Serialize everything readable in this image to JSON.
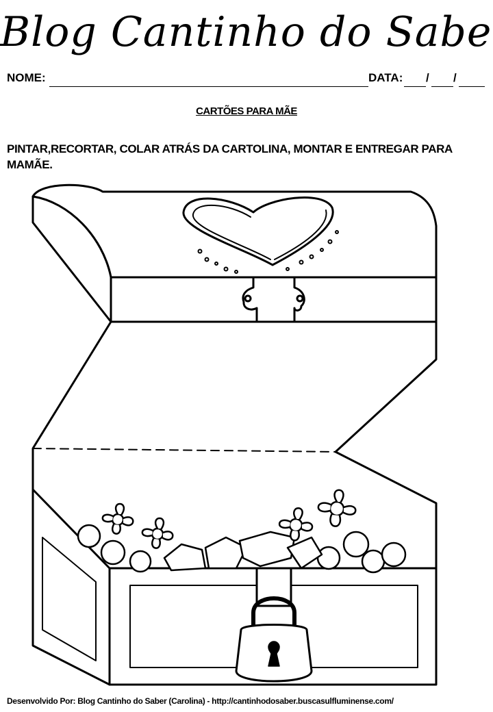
{
  "header": {
    "title": "Blog Cantinho do Saber"
  },
  "form": {
    "name_label": "NOME:",
    "date_label": "DATA:",
    "date_separator": "/"
  },
  "activity": {
    "heading": "CARTÕES PARA MÃE",
    "instructions": "PINTAR,RECORTAR, COLAR ATRÁS DA CARTOLINA, MONTAR E ENTREGAR PARA MAMÃE."
  },
  "illustration": {
    "subject": "treasure-chest-icon",
    "outline_color": "#000000",
    "paper_color": "#ffffff"
  },
  "footer": {
    "credit": "Desenvolvido Por: Blog Cantinho do Saber (Carolina) - http://cantinhodosaber.buscasulfluminense.com/"
  }
}
